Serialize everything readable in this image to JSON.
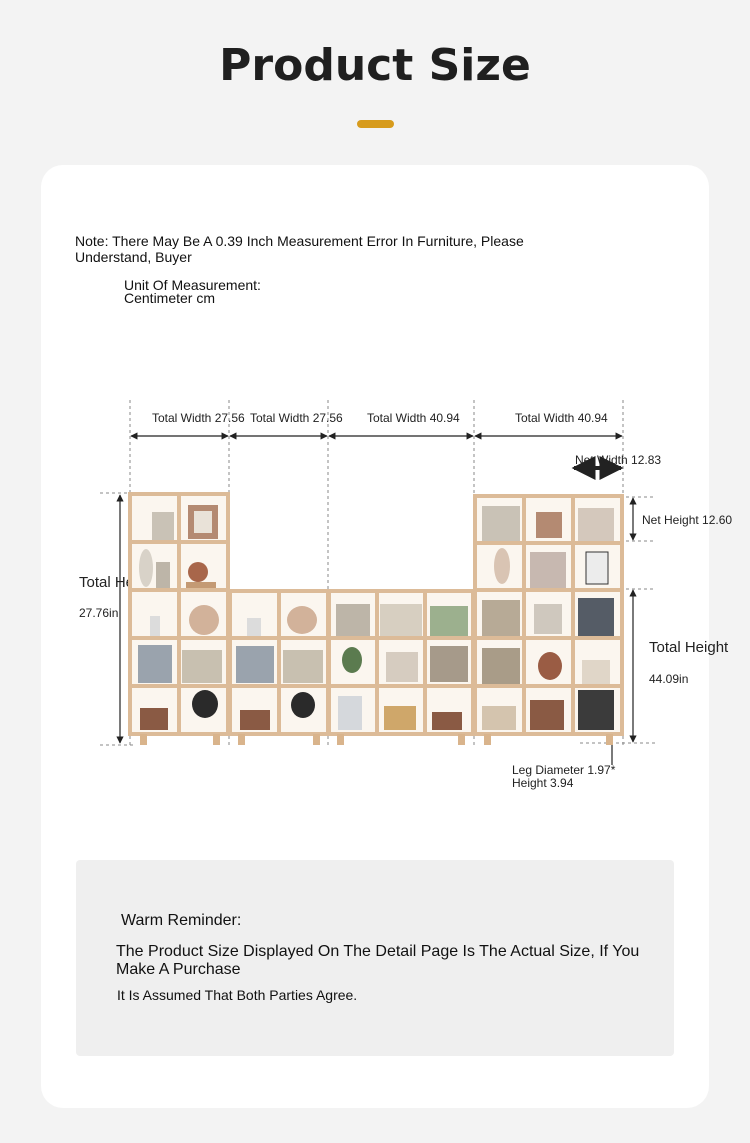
{
  "header": {
    "title": "Product Size"
  },
  "note": "Note: There May Be A 0.39 Inch Measurement Error In Furniture, Please Understand, Buyer",
  "unit": {
    "label": "Unit Of Measurement:",
    "value": "Centimeter cm"
  },
  "dimensions": {
    "width1": "Total Width 27.56",
    "width2": "Total Width 27.56",
    "width3": "Total Width 40.94",
    "width4": "Total Width 40.94",
    "net_width": "Net Width 12.83",
    "net_height": "Net Height 12.60",
    "left_height_label": "Total Height",
    "left_height_value": "27.76in",
    "right_height_label": "Total Height",
    "right_height_value": "44.09in",
    "leg_line1": "Leg Diameter 1.97*",
    "leg_line2": "Height 3.94"
  },
  "reminder": {
    "title": "Warm Reminder:",
    "line1": "The Product Size Displayed On The Detail Page Is The Actual Size, If You Make A Purchase",
    "line2": "It Is Assumed That Both Parties Agree."
  },
  "colors": {
    "accent": "#d79b1c",
    "wood": "#e2c4a4",
    "background": "#f3f3f3"
  }
}
